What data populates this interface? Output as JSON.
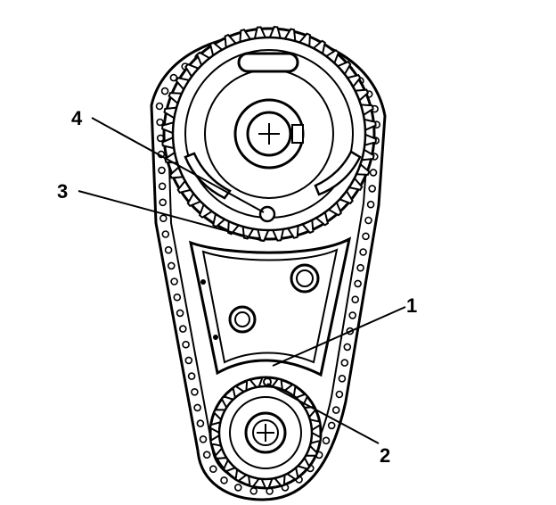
{
  "callouts": [
    {
      "label": "1"
    },
    {
      "label": "2"
    },
    {
      "label": "3"
    },
    {
      "label": "4"
    }
  ],
  "colors": {
    "ink": "#000000",
    "paper": "#ffffff"
  }
}
